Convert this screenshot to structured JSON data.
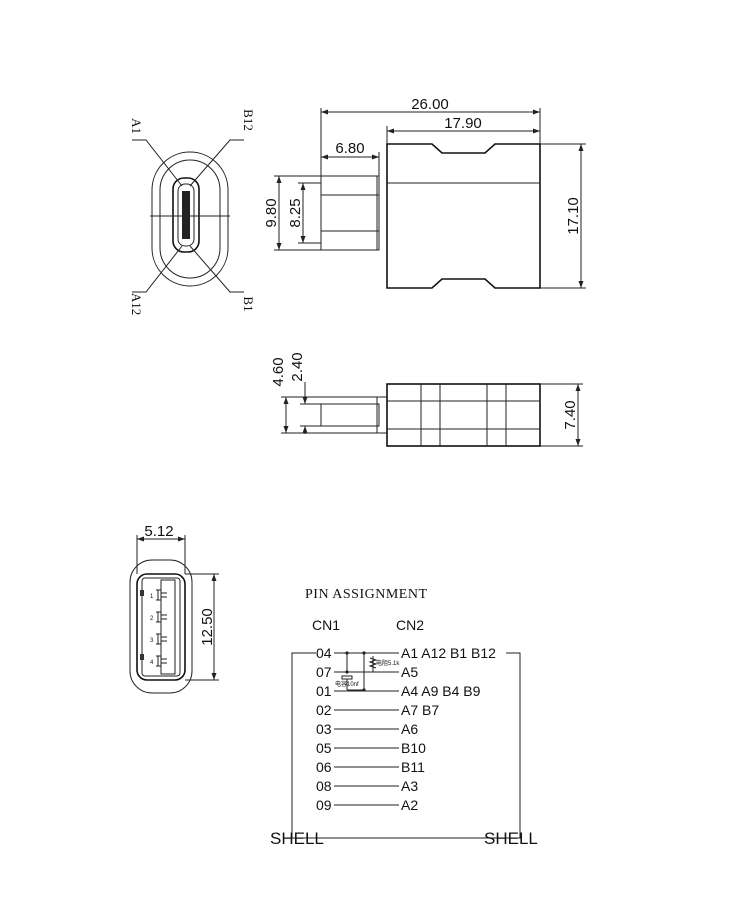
{
  "front_view": {
    "pin_labels": {
      "top_left": "A1",
      "top_right": "B12",
      "bottom_left": "A12",
      "bottom_right": "B1"
    }
  },
  "side_view": {
    "dims": {
      "overall_length": "26.00",
      "body_length": "17.90",
      "plug_length": "6.80",
      "plug_outer": "9.80",
      "plug_inner": "8.25",
      "body_height": "17.10"
    }
  },
  "bottom_view": {
    "dims": {
      "plug_outer": "4.60",
      "plug_inner": "2.40",
      "body_thickness": "7.40"
    }
  },
  "usb_a_view": {
    "dims": {
      "width": "5.12",
      "height": "12.50"
    },
    "pin_numbers": [
      "1",
      "2",
      "3",
      "4"
    ]
  },
  "pin_assignment": {
    "title": "PIN ASSIGNMENT",
    "cn1_header": "CN1",
    "cn2_header": "CN2",
    "resistor_label": "电阻5.1k",
    "capacitor_label": "电容10nf",
    "rows": [
      {
        "cn1": "04",
        "cn2": "A1 A12 B1 B12"
      },
      {
        "cn1": "07",
        "cn2": "A5"
      },
      {
        "cn1": "01",
        "cn2": "A4 A9 B4 B9"
      },
      {
        "cn1": "02",
        "cn2": "A7 B7"
      },
      {
        "cn1": "03",
        "cn2": "A6"
      },
      {
        "cn1": "05",
        "cn2": "B10"
      },
      {
        "cn1": "06",
        "cn2": "B11"
      },
      {
        "cn1": "08",
        "cn2": "A3"
      },
      {
        "cn1": "09",
        "cn2": "A2"
      }
    ],
    "shell_left": "SHELL",
    "shell_right": "SHELL"
  }
}
